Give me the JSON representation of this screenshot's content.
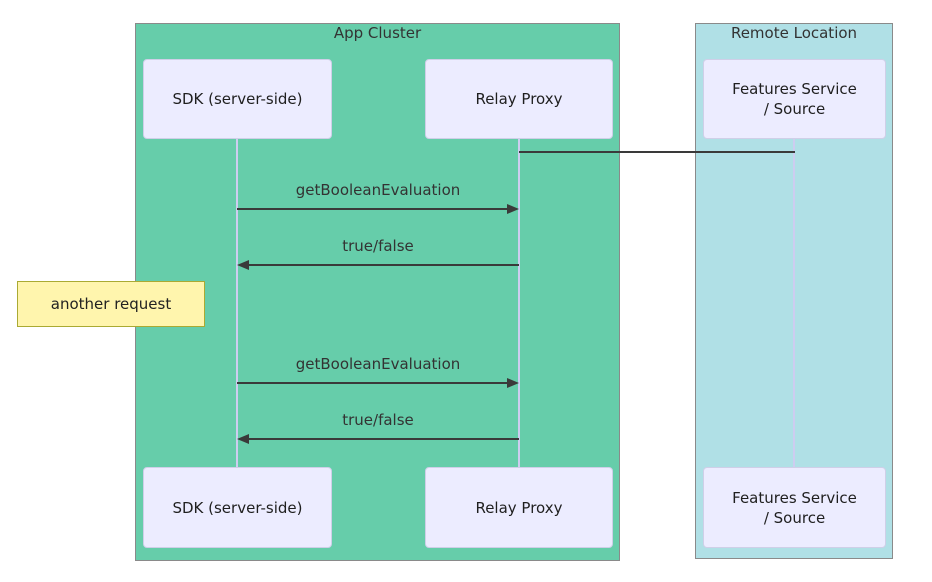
{
  "diagram": {
    "type": "sequence-diagram",
    "containers": [
      {
        "label": "App Cluster",
        "fill": "#66CDAA",
        "border": "#8a8a8a"
      },
      {
        "label": "Remote Location",
        "fill": "#B0E0E6",
        "border": "#8a8a8a"
      }
    ],
    "participants": {
      "sdk": {
        "label": "SDK (server-side)"
      },
      "relay": {
        "label": "Relay Proxy"
      },
      "features": {
        "lines": [
          "Features Service",
          "/ Source"
        ]
      }
    },
    "messages": [
      {
        "from": "sdk",
        "to": "relay",
        "label": "getBooleanEvaluation",
        "direction": "right"
      },
      {
        "from": "relay",
        "to": "sdk",
        "label": "true/false",
        "direction": "left"
      },
      {
        "from": "sdk",
        "to": "relay",
        "label": "getBooleanEvaluation",
        "direction": "right"
      },
      {
        "from": "relay",
        "to": "sdk",
        "label": "true/false",
        "direction": "left"
      }
    ],
    "connector": {
      "from": "relay",
      "to": "features",
      "label": "",
      "style": "plain-line"
    },
    "note": {
      "label": "another request",
      "position": "left-of-sdk",
      "fill": "#FFF5AD",
      "border": "#AAAA33"
    },
    "colors": {
      "participant_bg": "#ECECFF",
      "participant_border": "#CFCFE8",
      "lifeline": "#CDCDF0",
      "arrow": "#3a3a3a",
      "text": "#333333"
    }
  }
}
